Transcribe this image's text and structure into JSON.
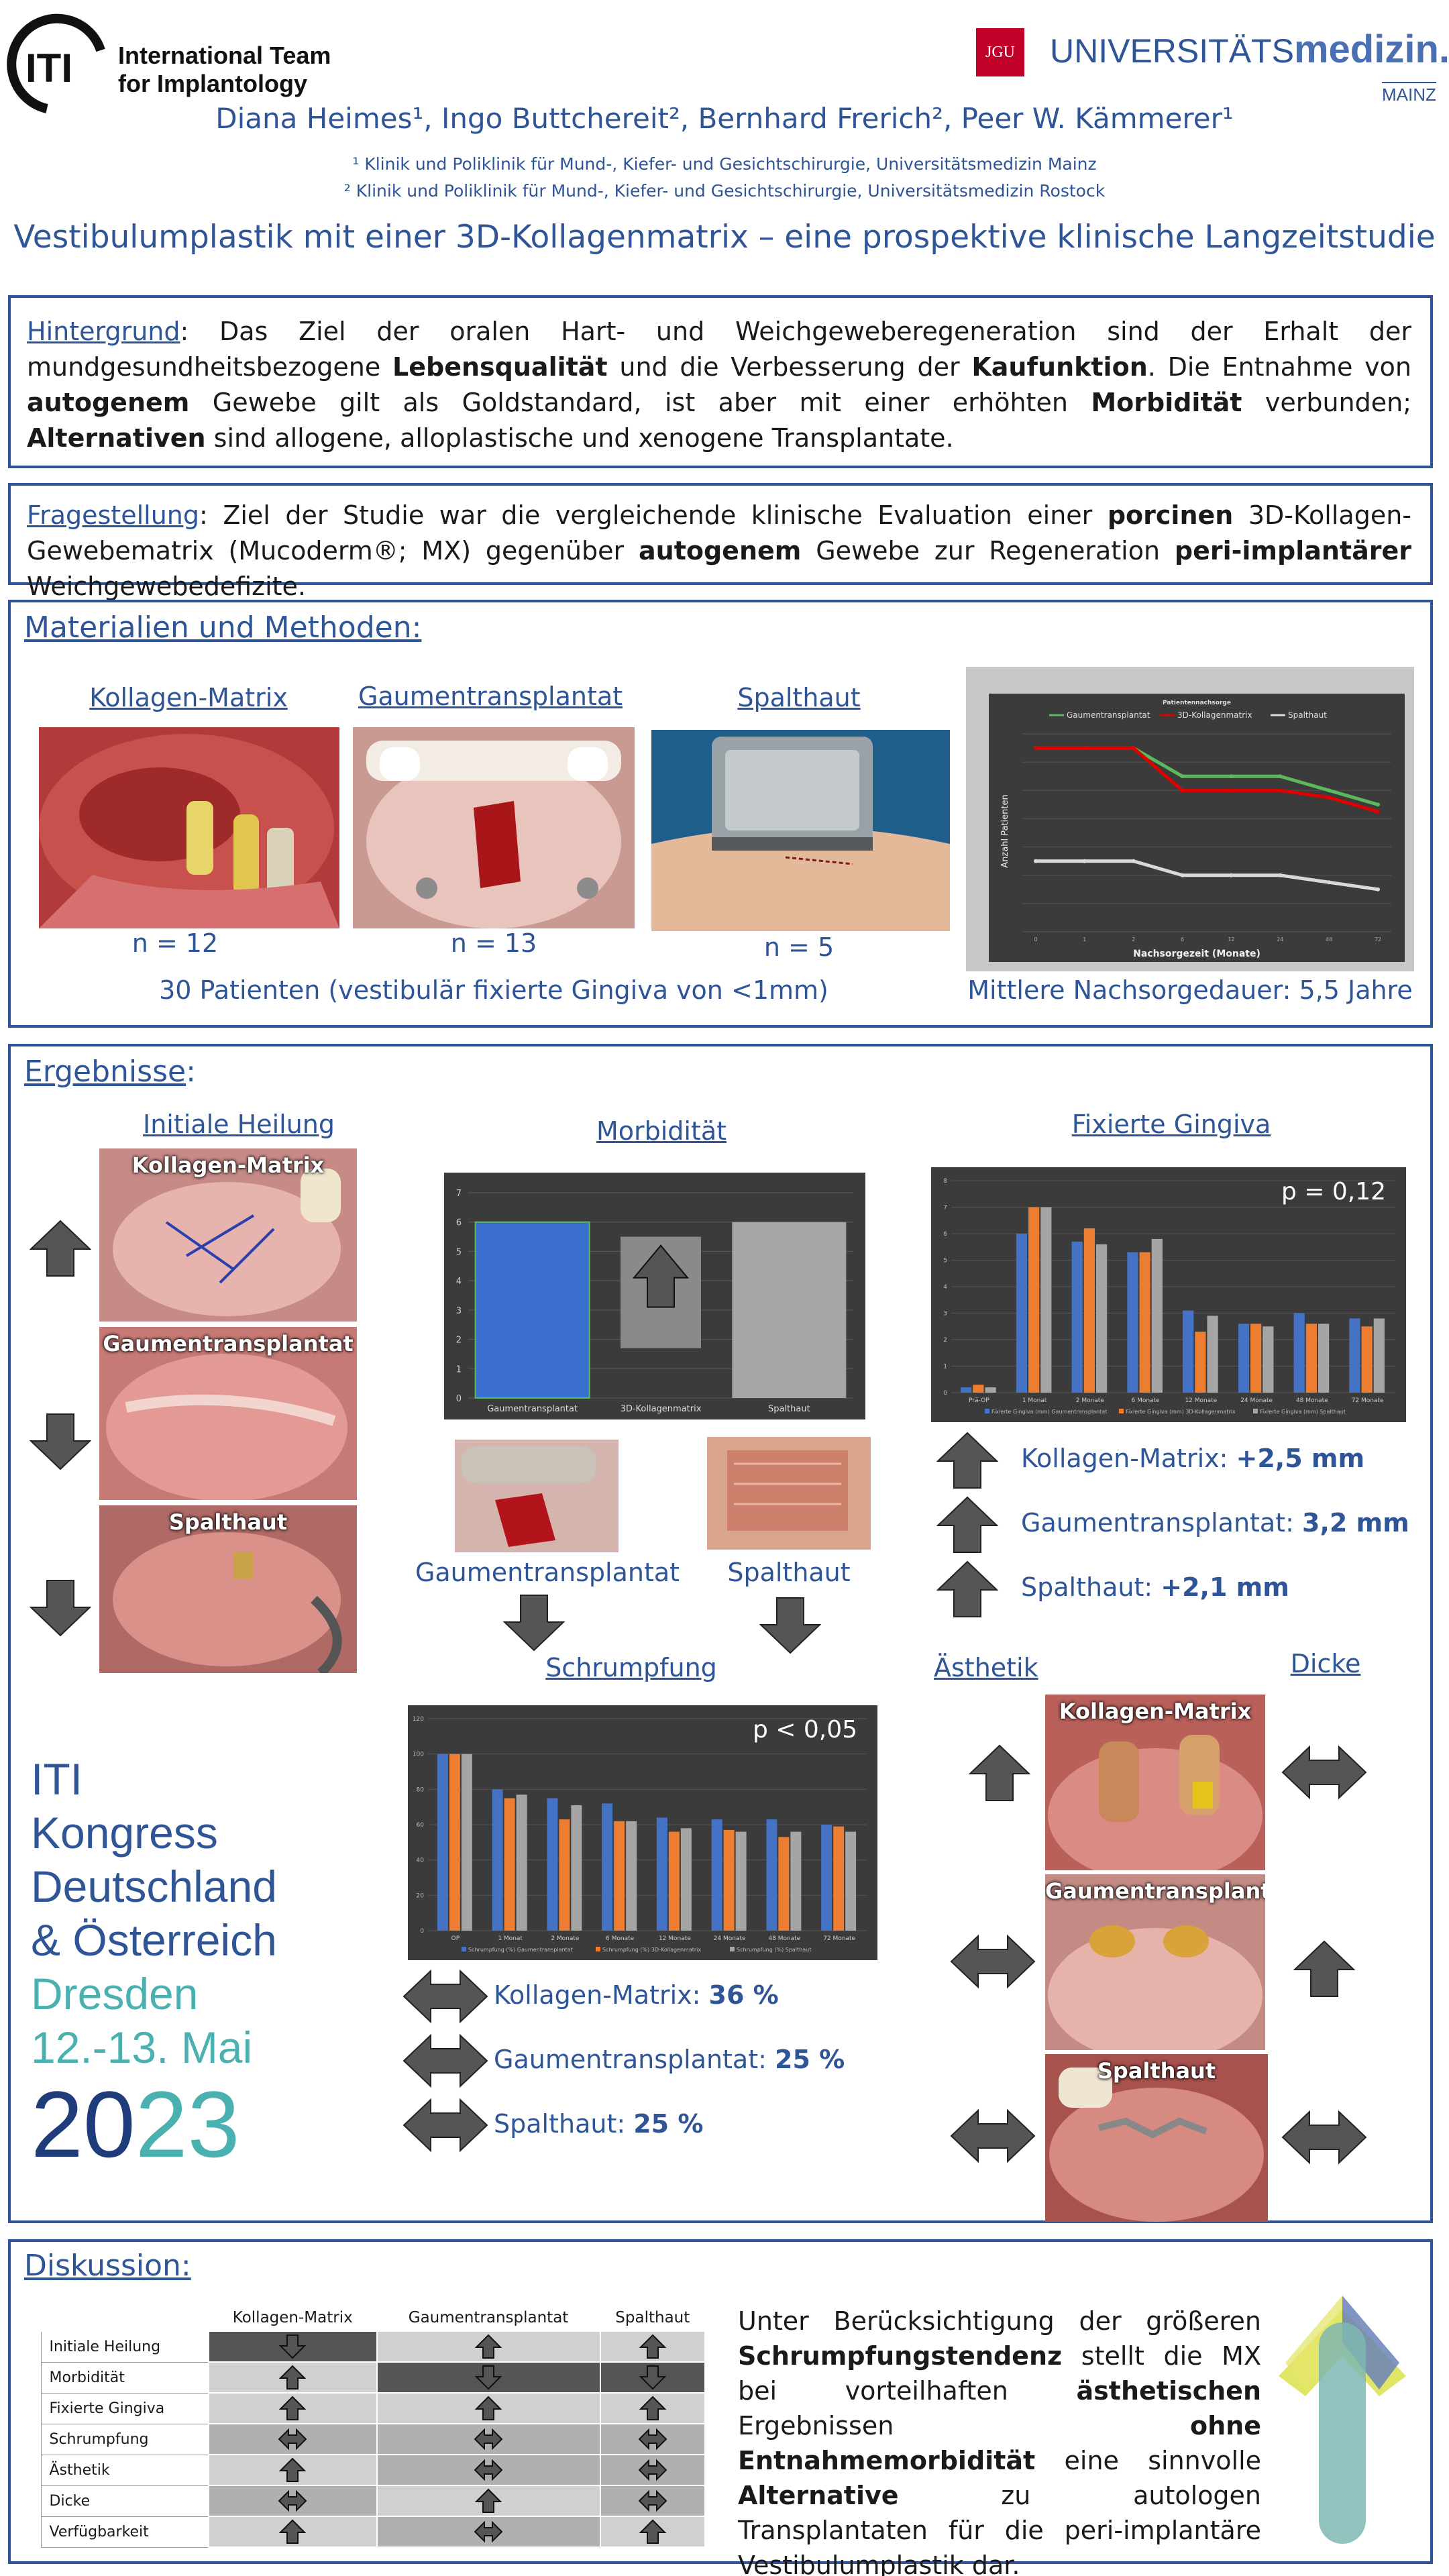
{
  "header": {
    "iti_logo_text": "ITI",
    "iti_name_line1": "International Team",
    "iti_name_line2": "for Implantology",
    "jgu_logo_text": "JGU",
    "uni_logo_part1": "UNIVERSITÄTS",
    "uni_logo_part2": "medizin.",
    "uni_logo_part3": "MAINZ",
    "authors": "Diana Heimes¹, Ingo Buttchereit², Bernhard Frerich², Peer W. Kämmerer¹",
    "affiliation1": "¹ Klinik und Poliklinik für Mund-, Kiefer- und Gesichtschirurgie, Universitätsmedizin Mainz",
    "affiliation2": "² Klinik und Poliklinik für Mund-, Kiefer- und Gesichtschirurgie, Universitätsmedizin Rostock",
    "title": "Vestibulumplastik mit einer 3D-Kollagenmatrix – eine prospektive klinische Langzeitstudie"
  },
  "hintergrund": {
    "heading": "Hintergrund",
    "parts": [
      ": Das Ziel der oralen Hart- und Weichgeweberegeneration sind der Erhalt der mundgesundheitsbezogene ",
      "Lebensqualität",
      " und die Verbesserung der ",
      "Kaufunktion",
      ". Die Entnahme von ",
      "autogenem",
      " Gewebe gilt als Goldstandard, ist aber mit einer erhöhten ",
      "Morbidität",
      " verbunden; ",
      "Alternativen",
      " sind allogene, alloplastische und xenogene Transplantate."
    ]
  },
  "fragestellung": {
    "heading": "Fragestellung",
    "parts": [
      ": Ziel der Studie war die vergleichende klinische Evaluation einer ",
      "porcinen",
      " 3D-Kollagen-Gewebematrix (Mucoderm®; MX) gegenüber ",
      "autogenem",
      " Gewebe zur Regeneration ",
      "peri-implantärer",
      " Weichgewebedefizite."
    ]
  },
  "methods": {
    "heading": "Materialien und Methoden:",
    "groups": [
      {
        "title": "Kollagen-Matrix",
        "n": "n = 12"
      },
      {
        "title": "Gaumentransplantat",
        "n": "n = 13"
      },
      {
        "title": "Spalthaut",
        "n": "n = 5"
      }
    ],
    "patients_note": "30 Patienten (vestibulär fixierte Gingiva von <1mm)",
    "followup_note": "Mittlere Nachsorgedauer: 5,5 Jahre"
  },
  "results": {
    "heading": "Ergebnisse",
    "initial_heading": "Initiale Heilung",
    "initial_labels": [
      "Kollagen-Matrix",
      "Gaumentransplantat",
      "Spalthaut"
    ],
    "morbid_heading": "Morbidität",
    "morbid_captions": [
      "Gaumentransplantat",
      "Spalthaut"
    ],
    "fixed_heading": "Fixierte Gingiva",
    "fixed_results": [
      {
        "label": "Kollagen-Matrix: ",
        "value": "+2,5 mm"
      },
      {
        "label": "Gaumentransplantat: ",
        "value": "3,2 mm"
      },
      {
        "label": "Spalthaut: ",
        "value": "+2,1 mm"
      }
    ],
    "shrink_heading": "Schrumpfung",
    "shrink_results": [
      {
        "label": "Kollagen-Matrix: ",
        "value": "36 %"
      },
      {
        "label": "Gaumentransplantat: ",
        "value": "25 %"
      },
      {
        "label": "Spalthaut: ",
        "value": "25 %"
      }
    ],
    "aesthetic_heading": "Ästhetik",
    "thickness_heading": "Dicke",
    "aesthetic_labels": [
      "Kollagen-Matrix",
      "Gaumentransplantat",
      "Spalthaut"
    ]
  },
  "congress": {
    "line1": "ITI",
    "line2": "Kongress",
    "line3": "Deutschland",
    "line4": "& Österreich",
    "line5": "Dresden",
    "line6": "12.-13. Mai",
    "year_a": "20",
    "year_b": "23"
  },
  "discussion": {
    "heading": "Diskussion:",
    "table_cols": [
      "Kollagen-Matrix",
      "Gaumentransplantat",
      "Spalthaut"
    ],
    "table_rows": [
      {
        "label": "Initiale Heilung",
        "cells": [
          {
            "icon": "down",
            "shade": "dk"
          },
          {
            "icon": "up",
            "shade": "lt"
          },
          {
            "icon": "up",
            "shade": "lt"
          }
        ]
      },
      {
        "label": "Morbidität",
        "cells": [
          {
            "icon": "up",
            "shade": "lt"
          },
          {
            "icon": "down",
            "shade": "dk"
          },
          {
            "icon": "down",
            "shade": "dk"
          }
        ]
      },
      {
        "label": "Fixierte Gingiva",
        "cells": [
          {
            "icon": "up",
            "shade": "lt"
          },
          {
            "icon": "up",
            "shade": "lt"
          },
          {
            "icon": "up",
            "shade": "lt"
          }
        ]
      },
      {
        "label": "Schrumpfung",
        "cells": [
          {
            "icon": "both",
            "shade": "md"
          },
          {
            "icon": "both",
            "shade": "md"
          },
          {
            "icon": "both",
            "shade": "md"
          }
        ]
      },
      {
        "label": "Ästhetik",
        "cells": [
          {
            "icon": "up",
            "shade": "lt"
          },
          {
            "icon": "both",
            "shade": "md"
          },
          {
            "icon": "both",
            "shade": "md"
          }
        ]
      },
      {
        "label": "Dicke",
        "cells": [
          {
            "icon": "both",
            "shade": "md"
          },
          {
            "icon": "up",
            "shade": "lt"
          },
          {
            "icon": "both",
            "shade": "md"
          }
        ]
      },
      {
        "label": "Verfügbarkeit",
        "cells": [
          {
            "icon": "up",
            "shade": "lt"
          },
          {
            "icon": "both",
            "shade": "md"
          },
          {
            "icon": "up",
            "shade": "lt"
          }
        ]
      }
    ],
    "conclusion_parts": [
      "Unter Berücksichtigung der größeren ",
      "Schrumpfungstendenz",
      " stellt die MX bei vorteilhaften ",
      "ästhetischen",
      " Ergebnissen ",
      "ohne Entnahmemorbidität",
      " eine sinnvolle ",
      "Alternative",
      " zu autologen Transplantaten für die peri-implantäre Vestibulumplastik dar."
    ]
  },
  "chart_data": [
    {
      "type": "line",
      "title": "Patientennachsorge",
      "xlabel": "Nachsorgezeit (Monate)",
      "ylabel": "Anzahl Patienten",
      "x": [
        0,
        1,
        2,
        6,
        12,
        24,
        48,
        72
      ],
      "series": [
        {
          "name": "Gaumentransplantat",
          "color": "#5cb85c",
          "values": [
            13,
            13,
            13,
            11,
            11,
            11,
            10,
            9
          ]
        },
        {
          "name": "3D-Kollagenmatrix",
          "color": "#e00000",
          "values": [
            13,
            13,
            13,
            10,
            10,
            10,
            9.5,
            8.5
          ]
        },
        {
          "name": "Spalthaut",
          "color": "#d9d9d9",
          "values": [
            5,
            5,
            5,
            4,
            4,
            4,
            3.5,
            3
          ]
        }
      ],
      "ylim": [
        0,
        14
      ],
      "grid": true,
      "legend": "top"
    },
    {
      "type": "bar",
      "title": "",
      "categories": [
        "Gaumentransplantat",
        "3D-Kollagenmatrix",
        "Spalthaut"
      ],
      "values": [
        6,
        0,
        6
      ],
      "colors": [
        "#3a6fd0",
        "#888888",
        "#a6a6a6"
      ],
      "ylim": [
        0,
        7
      ],
      "yticks": [
        0,
        1,
        2,
        3,
        4,
        5,
        6,
        7
      ],
      "grid": true
    },
    {
      "type": "bar",
      "annotation": "p = 0,12",
      "categories": [
        "Prä-OP",
        "1 Monat",
        "2 Monate",
        "6 Monate",
        "12 Monate",
        "24 Monate",
        "48 Monate",
        "72 Monate"
      ],
      "series": [
        {
          "name": "Fixierte Gingiva (mm) Gaumentransplantat",
          "color": "#4472c4",
          "values": [
            0.2,
            6,
            5.7,
            5.3,
            3.1,
            2.6,
            3,
            2.8
          ]
        },
        {
          "name": "Fixierte Gingiva (mm) 3D-Kollagenmatrix",
          "color": "#ed7d31",
          "values": [
            0.3,
            7,
            6.2,
            5.3,
            2.3,
            2.6,
            2.6,
            2.5
          ]
        },
        {
          "name": "Fixierte Gingiva (mm) Spalthaut",
          "color": "#a5a5a5",
          "values": [
            0.2,
            7,
            5.6,
            5.8,
            2.9,
            2.5,
            2.6,
            2.8
          ]
        }
      ],
      "ylim": [
        0,
        8
      ],
      "yticks": [
        0,
        1,
        2,
        3,
        4,
        5,
        6,
        7,
        8
      ],
      "grid": true,
      "legend": "bottom"
    },
    {
      "type": "bar",
      "annotation": "p < 0,05",
      "categories": [
        "OP",
        "1 Monat",
        "2 Monate",
        "6 Monate",
        "12 Monate",
        "24 Monate",
        "48 Monate",
        "72 Monate"
      ],
      "series": [
        {
          "name": "Schrumpfung (%) Gaumentransplantat",
          "color": "#4472c4",
          "values": [
            100,
            80,
            75,
            72,
            64,
            63,
            63,
            60
          ]
        },
        {
          "name": "Schrumpfung (%) 3D-Kollagenmatrix",
          "color": "#ed7d31",
          "values": [
            100,
            75,
            63,
            62,
            56,
            57,
            53,
            59
          ]
        },
        {
          "name": "Schrumpfung (%) Spalthaut",
          "color": "#a5a5a5",
          "values": [
            100,
            77,
            71,
            62,
            58,
            56,
            56,
            56
          ]
        }
      ],
      "ylim": [
        0,
        120
      ],
      "yticks": [
        0,
        20,
        40,
        60,
        80,
        100,
        120
      ],
      "grid": true,
      "legend": "bottom"
    }
  ]
}
